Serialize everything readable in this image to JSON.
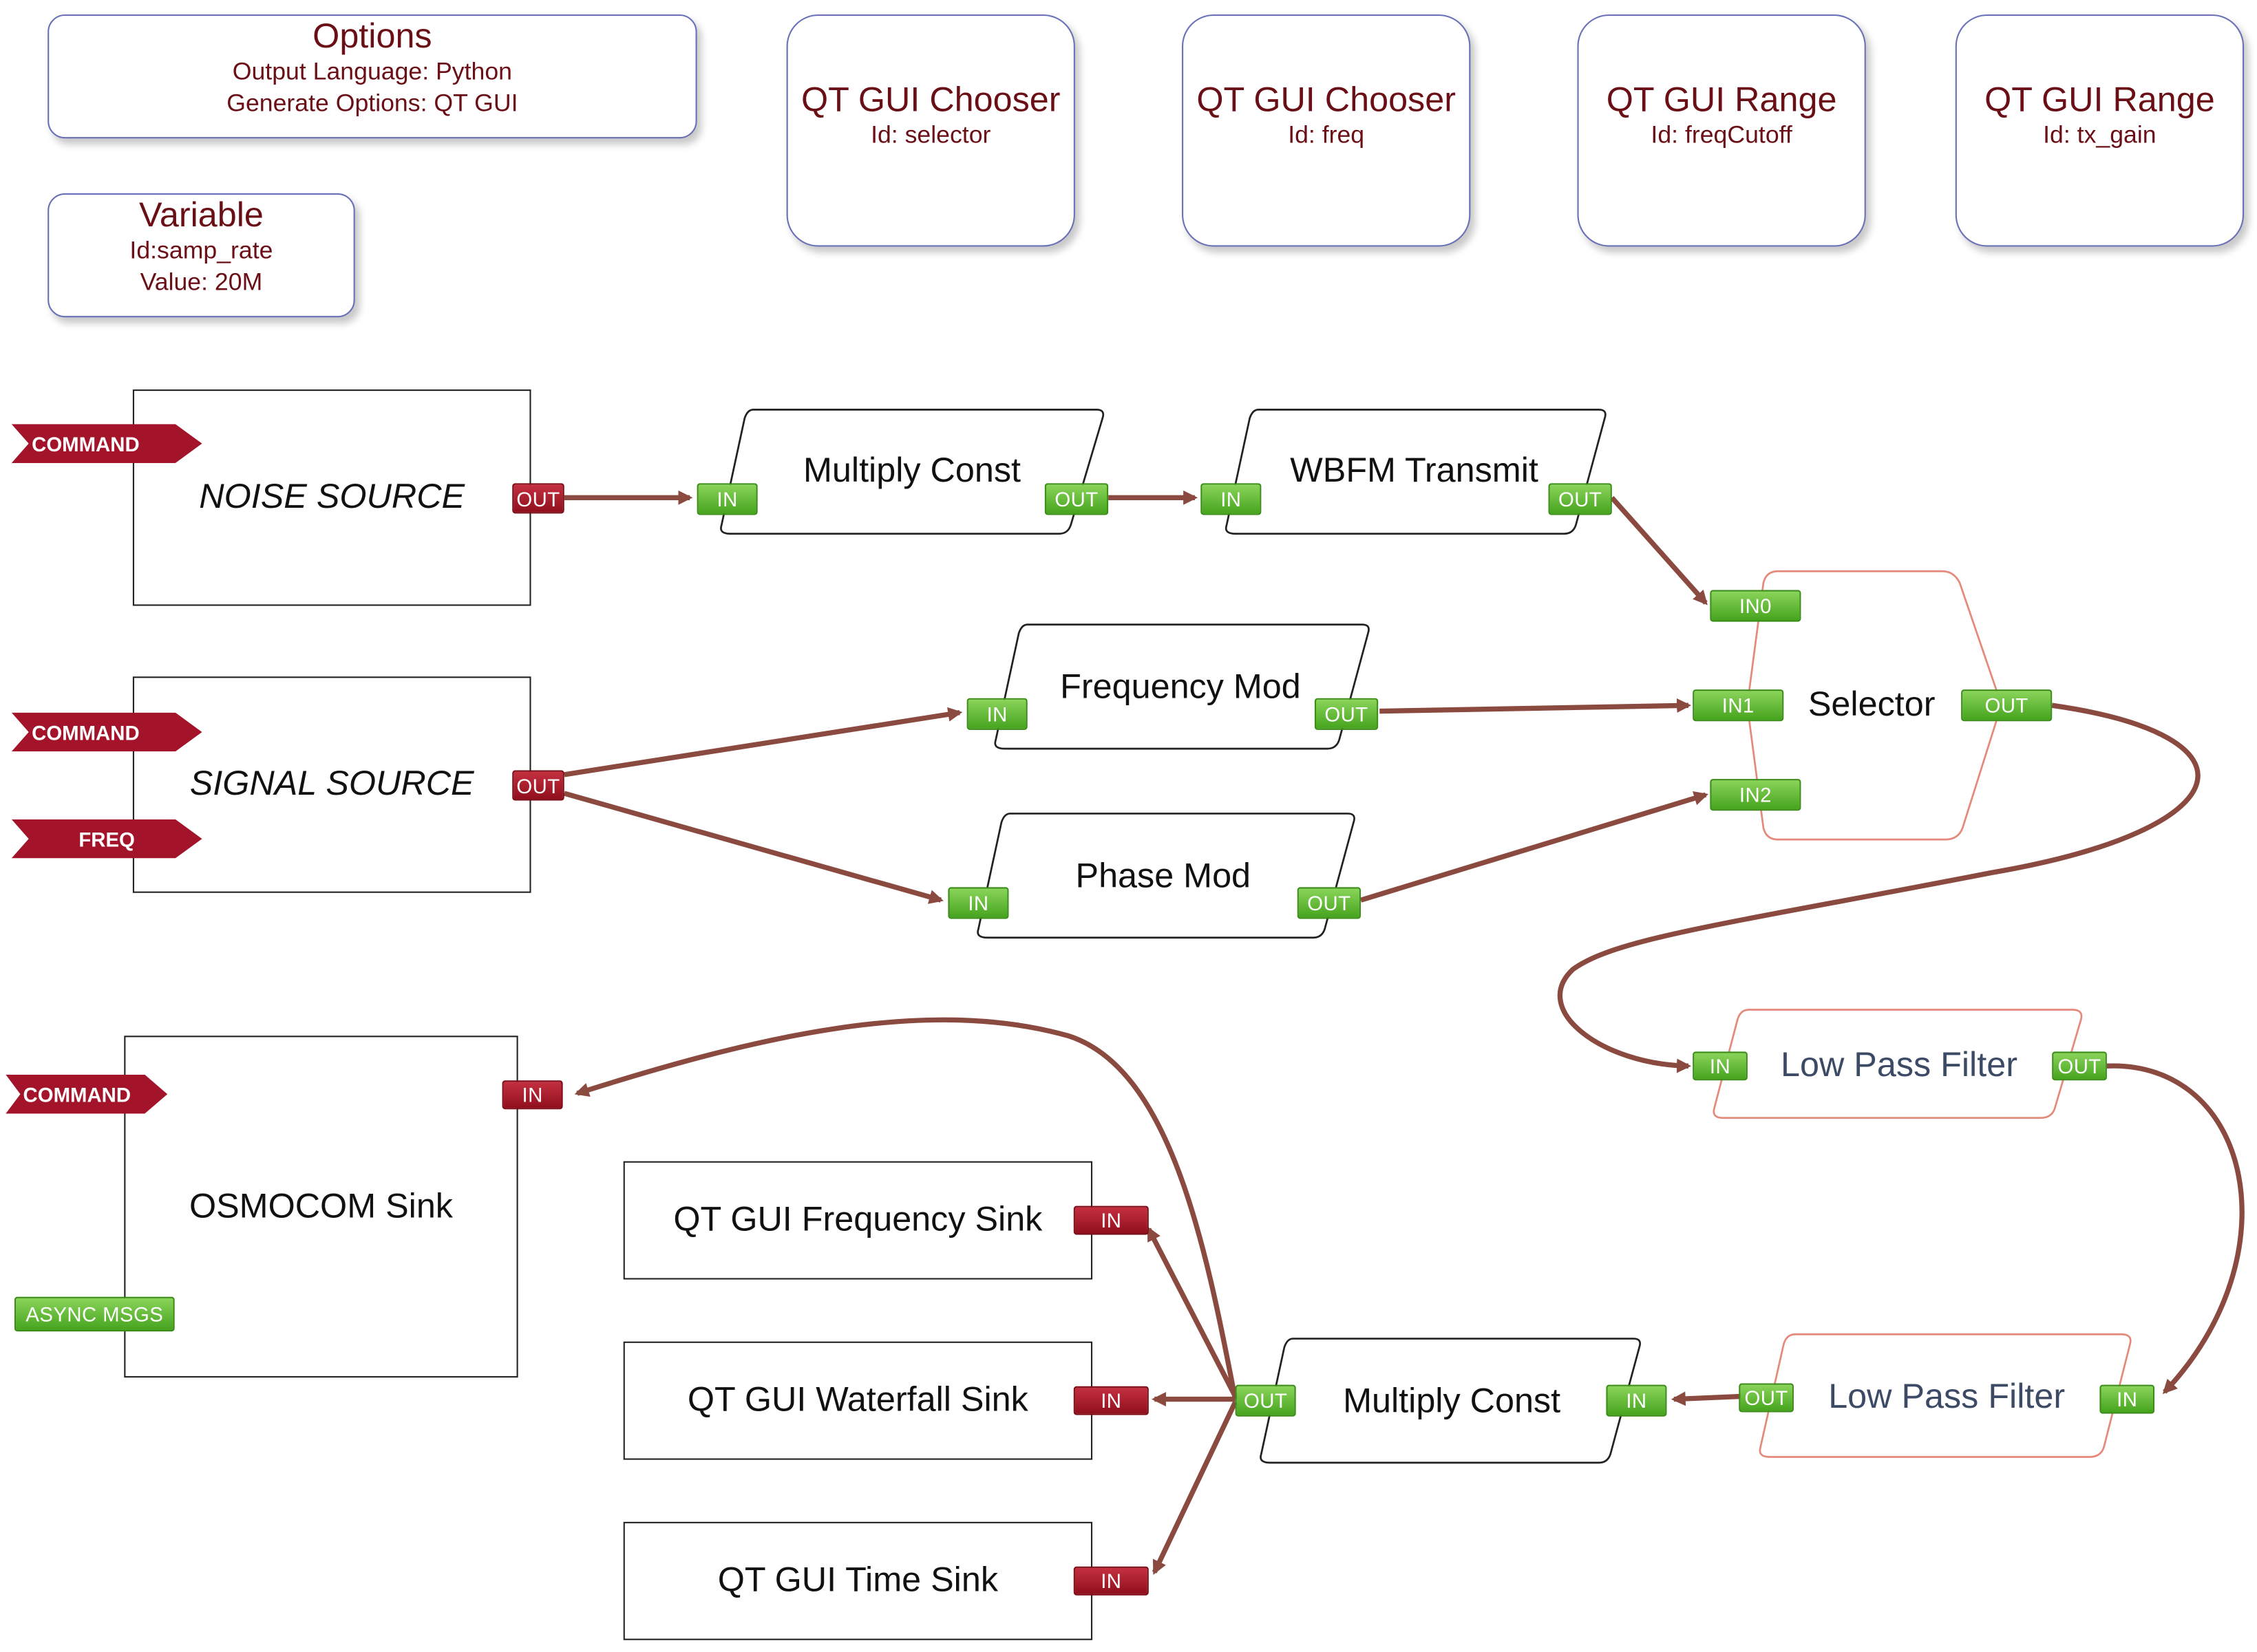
{
  "options": {
    "title": "Options",
    "language": "Output Language: Python",
    "generate": "Generate Options: QT GUI"
  },
  "variable": {
    "title": "Variable",
    "id": "Id:samp_rate",
    "value": "Value: 20M"
  },
  "widgets": [
    {
      "title": "QT GUI Chooser",
      "id": "Id: selector"
    },
    {
      "title": "QT GUI Chooser",
      "id": "Id: freq"
    },
    {
      "title": "QT GUI Range",
      "id": "Id: freqCutoff"
    },
    {
      "title": "QT GUI Range",
      "id": "Id: tx_gain"
    }
  ],
  "blocks": {
    "noise_source": "NOISE SOURCE",
    "signal_source": "SIGNAL SOURCE",
    "osmocom_sink": "OSMOCOM Sink",
    "multiply_const_1": "Multiply Const",
    "wbfm_transmit": "WBFM Transmit",
    "frequency_mod": "Frequency Mod",
    "phase_mod": "Phase Mod",
    "selector": "Selector",
    "low_pass_filter_1": "Low Pass Filter",
    "low_pass_filter_2": "Low Pass Filter",
    "multiply_const_2": "Multiply Const",
    "freq_sink": "QT GUI Frequency Sink",
    "waterfall_sink": "QT GUI Waterfall Sink",
    "time_sink": "QT GUI Time Sink"
  },
  "ports": {
    "in": "IN",
    "out": "OUT",
    "in0": "IN0",
    "in1": "IN1",
    "in2": "IN2",
    "command": "COMMAND",
    "freq": "FREQ",
    "async": "ASYNC MSGS"
  },
  "colors": {
    "arrow": "#8b4a3f",
    "port_in_out": "#4aa520",
    "port_sink": "#a3142a",
    "text_param": "#6b0f17"
  }
}
